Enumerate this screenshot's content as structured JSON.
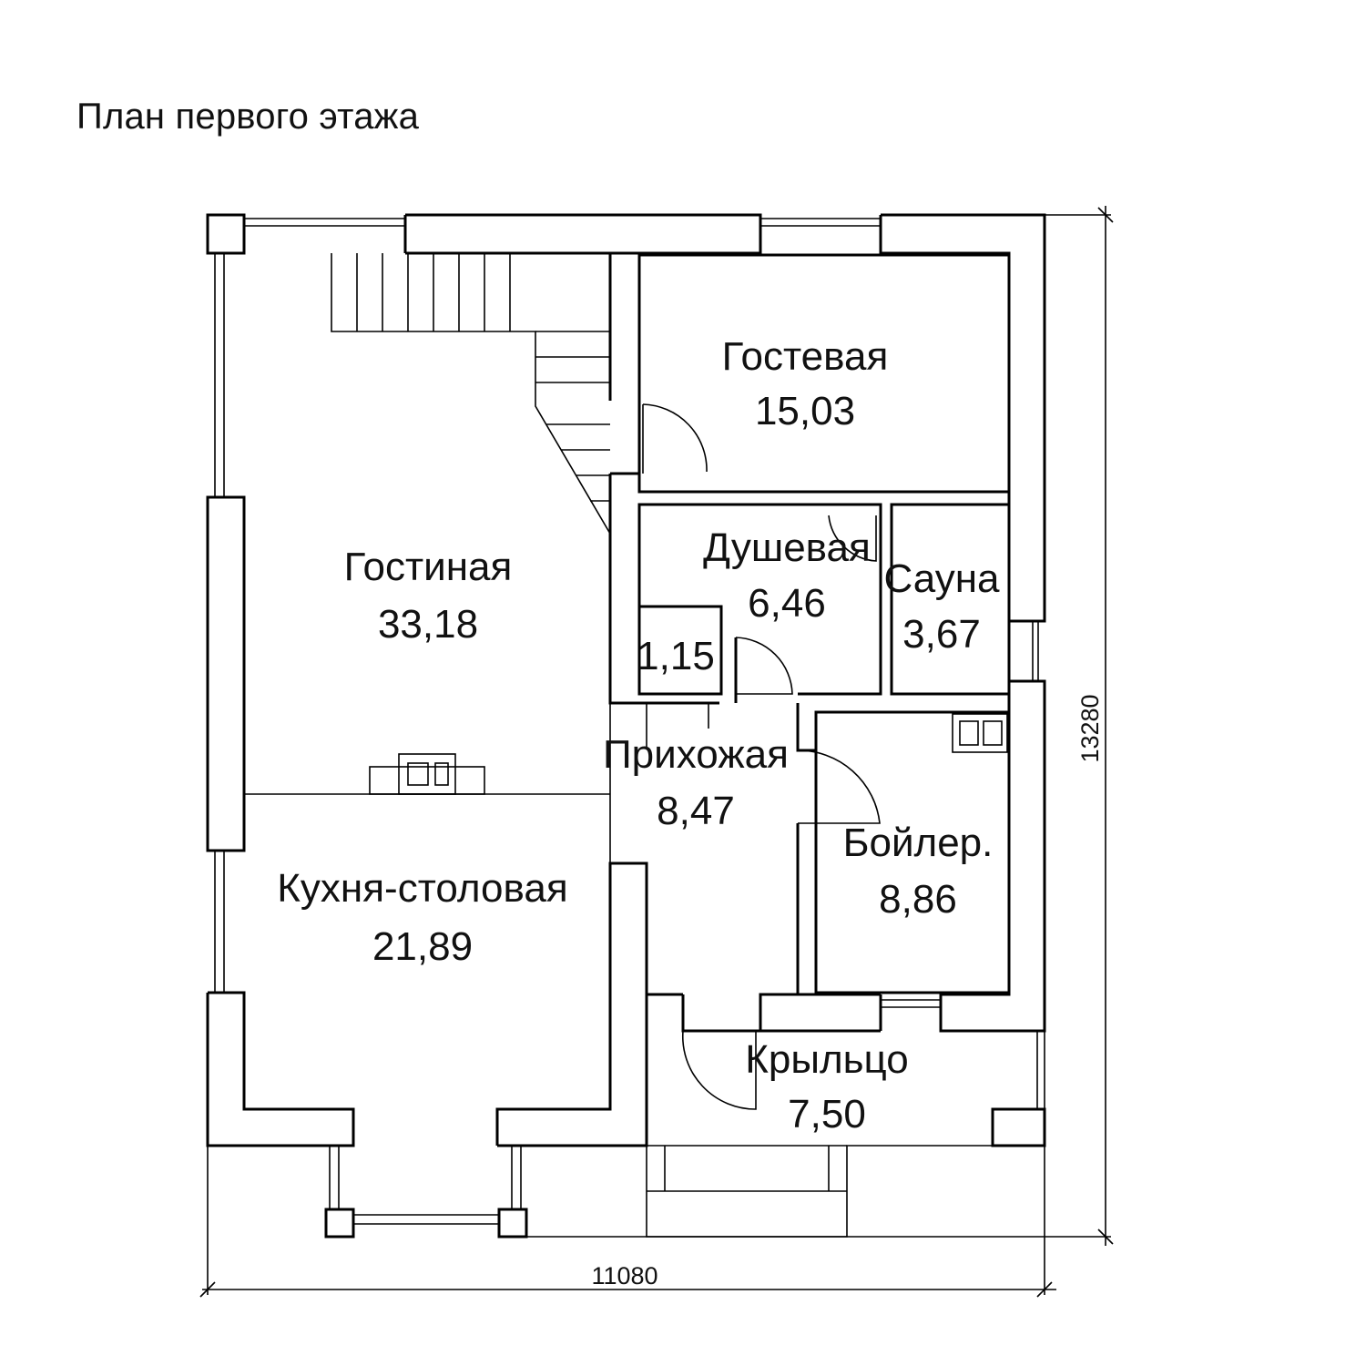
{
  "title": "План первого этажа",
  "rooms": [
    {
      "id": "gostevaya",
      "name": "Гостевая",
      "area": "15,03"
    },
    {
      "id": "gostinaya",
      "name": "Гостиная",
      "area": "33,18"
    },
    {
      "id": "dushevaya",
      "name": "Душевая",
      "area": "6,46"
    },
    {
      "id": "sauna",
      "name": "Сауна",
      "area": "3,67"
    },
    {
      "id": "wc",
      "name": "",
      "area": "1,15"
    },
    {
      "id": "prihozhaya",
      "name": "Прихожая",
      "area": "8,47"
    },
    {
      "id": "boiler",
      "name": "Бойлер.",
      "area": "8,86"
    },
    {
      "id": "kuhnya",
      "name": "Кухня-столовая",
      "area": "21,89"
    },
    {
      "id": "krylco",
      "name": "Крыльцо",
      "area": "7,50"
    }
  ],
  "dimensions": {
    "width": "11080",
    "height": "13280"
  }
}
